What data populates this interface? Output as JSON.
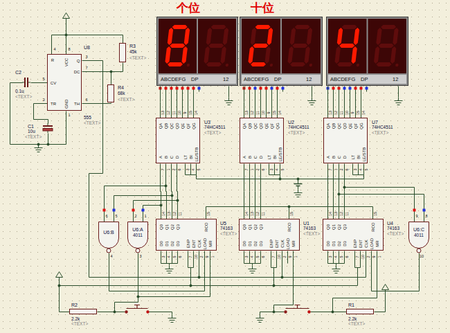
{
  "diagram": {
    "nodes": [
      {
        "text": [
          "ABCDEFG",
          "DP",
          "12"
        ]
      },
      {
        "text": [
          "ABCDEFG",
          "DP",
          "12"
        ]
      },
      {
        "text": [
          "ABCDEFG",
          "DP",
          "12"
        ]
      },
      {
        "text": [
          "U8",
          "R",
          "VCC",
          "Q",
          "DC",
          "CV",
          "TR",
          "GND",
          "TH",
          "4",
          "8",
          "3",
          "7",
          "5",
          "2",
          "1",
          "6",
          "555",
          "<TEXT>"
        ]
      },
      {
        "text": [
          "R3",
          "45k",
          "<TEXT>"
        ]
      },
      {
        "text": [
          "C2",
          "0.1u",
          "<TEXT>"
        ]
      },
      {
        "text": [
          "R4",
          "68k",
          "<TEXT>"
        ]
      },
      {
        "text": [
          "C1",
          "10u",
          "<TEXT>"
        ]
      },
      {
        "text": [
          "U3",
          "74HC4511",
          "<TEXT>",
          "QA",
          "QB",
          "QC",
          "QD",
          "QE",
          "QF",
          "QG",
          "13",
          "12",
          "11",
          "10",
          "9",
          "15",
          "14",
          "A",
          "B",
          "C",
          "D",
          "LT",
          "BI",
          "LE/STB",
          "7",
          "1",
          "2",
          "6",
          "3",
          "4",
          "5"
        ]
      },
      {
        "text": [
          "U2",
          "74HC4511",
          "<TEXT>",
          "QA",
          "QB",
          "QC",
          "QD",
          "QE",
          "QF",
          "QG",
          "13",
          "12",
          "11",
          "10",
          "9",
          "15",
          "14",
          "A",
          "B",
          "C",
          "D",
          "LT",
          "BI",
          "LE/STB",
          "7",
          "1",
          "2",
          "6",
          "3",
          "4",
          "5"
        ]
      },
      {
        "text": [
          "U7",
          "74HC4511",
          "<TEXT>",
          "QA",
          "QB",
          "QC",
          "QD",
          "QE",
          "QF",
          "QG",
          "13",
          "12",
          "11",
          "10",
          "9",
          "15",
          "14",
          "A",
          "B",
          "C",
          "D",
          "LT",
          "BI",
          "LE/STB",
          "7",
          "1",
          "2",
          "6",
          "3",
          "4",
          "5"
        ]
      },
      {
        "text": [
          "U6:B",
          "6",
          "5",
          "4"
        ]
      },
      {
        "text": [
          "U6:A",
          "4011",
          "2",
          "1",
          "3"
        ]
      },
      {
        "text": [
          "U5",
          "74163",
          "<TEXT>",
          "Q0",
          "Q1",
          "Q2",
          "Q3",
          "RCO",
          "14",
          "13",
          "12",
          "11",
          "15",
          "D0",
          "D1",
          "D2",
          "D3",
          "ENP",
          "ENT",
          "CLK",
          "LOAD",
          "MR",
          "3",
          "4",
          "5",
          "6",
          "7",
          "10",
          "2",
          "9",
          "1"
        ]
      },
      {
        "text": [
          "U1",
          "74163",
          "<TEXT>",
          "Q0",
          "Q1",
          "Q2",
          "Q3",
          "RCO",
          "14",
          "13",
          "12",
          "11",
          "15",
          "D0",
          "D1",
          "D2",
          "D3",
          "ENP",
          "ENT",
          "CLK",
          "LOAD",
          "MR",
          "3",
          "4",
          "5",
          "6",
          "7",
          "10",
          "2",
          "9",
          "1"
        ]
      },
      {
        "text": [
          "U4",
          "74163",
          "<TEXT>",
          "Q0",
          "Q1",
          "Q2",
          "Q3",
          "RCO",
          "14",
          "13",
          "12",
          "11",
          "15",
          "D0",
          "D1",
          "D2",
          "D3",
          "ENP",
          "ENT",
          "CLK",
          "LOAD",
          "MR",
          "3",
          "4",
          "5",
          "6",
          "7",
          "10",
          "2",
          "9",
          "1"
        ]
      },
      {
        "text": [
          "U6:C",
          "4011",
          "9",
          "8",
          "10"
        ]
      },
      {
        "text": [
          "R2",
          "2.2k",
          "<TEXT>"
        ]
      },
      {
        "text": [
          "R1",
          "2.2k",
          "<TEXT>"
        ]
      }
    ],
    "edges": [
      {
        "from": 13,
        "to": 8,
        "arrow": "none"
      },
      {
        "from": 14,
        "to": 9,
        "arrow": "none"
      },
      {
        "from": 15,
        "to": 10,
        "arrow": "none"
      },
      {
        "from": 8,
        "to": 0,
        "arrow": "none"
      },
      {
        "from": 9,
        "to": 1,
        "arrow": "none"
      },
      {
        "from": 10,
        "to": 2,
        "arrow": "none"
      }
    ],
    "labels": [
      "个位",
      "十位"
    ]
  }
}
